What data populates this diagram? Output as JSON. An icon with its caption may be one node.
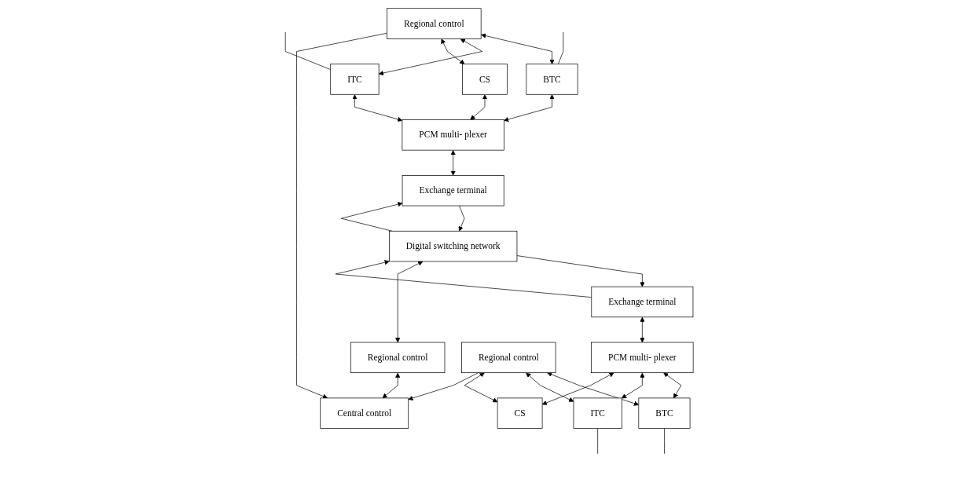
{
  "diagram": {
    "nodes": [
      {
        "text": [
          "BTC"
        ]
      },
      {
        "text": [
          "ITC"
        ]
      },
      {
        "text": [
          "CS"
        ]
      },
      {
        "text": [
          "PCM multi- plexer"
        ]
      },
      {
        "text": [
          "Exchange terminal"
        ]
      },
      {
        "text": [
          "Digital switching network"
        ]
      },
      {
        "text": [
          "Exchange terminal"
        ]
      },
      {
        "text": [
          "PCM multi- plexer"
        ]
      },
      {
        "text": [
          "BTC"
        ]
      },
      {
        "text": [
          "ITC"
        ]
      },
      {
        "text": [
          "CS"
        ]
      },
      {
        "text": [
          "Regional control"
        ]
      },
      {
        "text": [
          "Regional control"
        ]
      },
      {
        "text": [
          "Regional control"
        ]
      },
      {
        "text": [
          "Central control"
        ]
      }
    ],
    "edges": [
      {
        "from": null,
        "to": 0,
        "arrow": "none"
      },
      {
        "from": null,
        "to": 1,
        "arrow": "none"
      },
      {
        "from": 0,
        "to": 3,
        "arrow": "both"
      },
      {
        "from": 1,
        "to": 3,
        "arrow": "both"
      },
      {
        "from": 2,
        "to": 3,
        "arrow": "both"
      },
      {
        "from": 3,
        "to": 4,
        "arrow": "both"
      },
      {
        "from": 4,
        "to": 5,
        "arrow": "to"
      },
      {
        "from": 5,
        "to": 4,
        "arrow": "to"
      },
      {
        "from": 6,
        "to": 5,
        "arrow": "to"
      },
      {
        "from": 5,
        "to": 6,
        "arrow": "to"
      },
      {
        "from": 6,
        "to": 7,
        "arrow": "both"
      },
      {
        "from": 7,
        "to": 8,
        "arrow": "both"
      },
      {
        "from": 7,
        "to": 9,
        "arrow": "both"
      },
      {
        "from": 7,
        "to": 10,
        "arrow": "both"
      },
      {
        "from": 8,
        "to": null,
        "arrow": "none"
      },
      {
        "from": 9,
        "to": null,
        "arrow": "none"
      },
      {
        "from": 11,
        "to": 0,
        "arrow": "both"
      },
      {
        "from": 11,
        "to": 1,
        "arrow": "both"
      },
      {
        "from": 11,
        "to": 2,
        "arrow": "both"
      },
      {
        "from": 5,
        "to": 12,
        "arrow": "both"
      },
      {
        "from": 13,
        "to": 8,
        "arrow": "both"
      },
      {
        "from": 13,
        "to": 9,
        "arrow": "both"
      },
      {
        "from": 13,
        "to": 10,
        "arrow": "both"
      },
      {
        "from": 11,
        "to": 14,
        "arrow": "to"
      },
      {
        "from": 12,
        "to": 14,
        "arrow": "both"
      },
      {
        "from": 13,
        "to": 14,
        "arrow": "to"
      }
    ]
  }
}
